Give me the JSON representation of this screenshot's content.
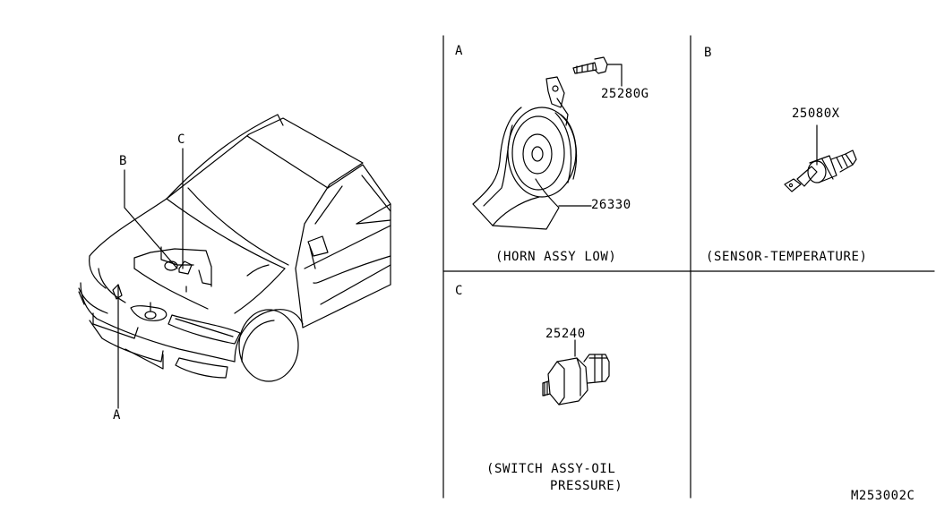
{
  "callouts": {
    "car_a": "A",
    "car_b": "B",
    "car_c": "C",
    "panel_a": "A",
    "panel_b": "B",
    "panel_c": "C"
  },
  "parts": {
    "horn_bolt": "25280G",
    "horn": "26330",
    "sensor": "25080X",
    "oil_switch": "25240"
  },
  "captions": {
    "horn": "(HORN ASSY LOW)",
    "sensor": "(SENSOR-TEMPERATURE)",
    "oil_switch_line1": "(SWITCH ASSY-OIL",
    "oil_switch_line2": "PRESSURE)"
  },
  "diagram_code": "M253002C"
}
